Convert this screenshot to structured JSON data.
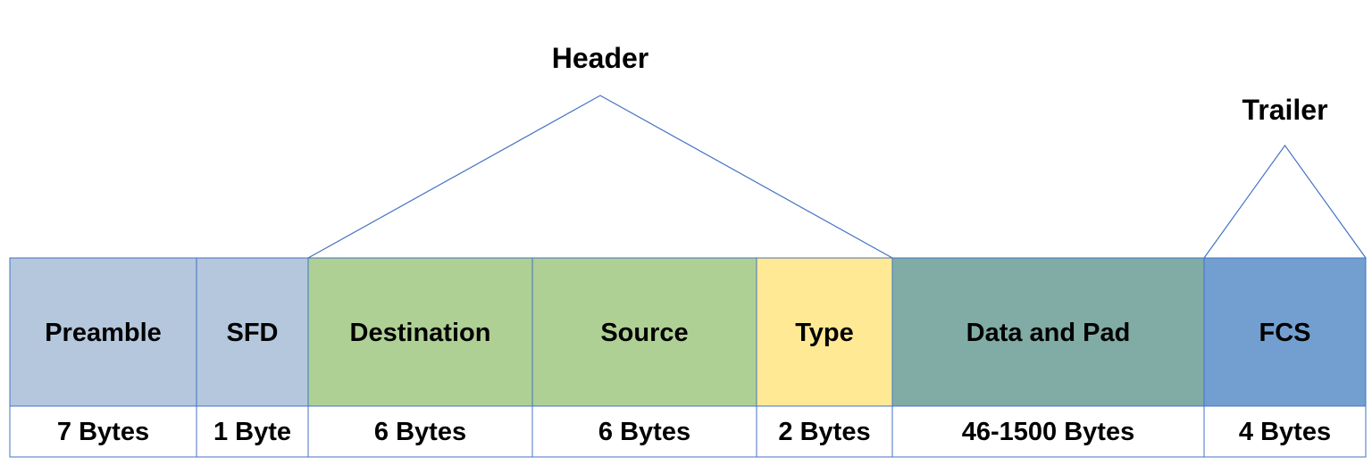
{
  "diagram": {
    "groups": [
      {
        "id": "header",
        "label": "Header",
        "first_field": 2,
        "last_field": 4
      },
      {
        "id": "trailer",
        "label": "Trailer",
        "first_field": 6,
        "last_field": 6
      }
    ],
    "fields": [
      {
        "id": "preamble",
        "label": "Preamble",
        "size": "7 Bytes",
        "color": "#b4c7dd"
      },
      {
        "id": "sfd",
        "label": "SFD",
        "size": "1 Byte",
        "color": "#b4c7dd"
      },
      {
        "id": "destination",
        "label": "Destination",
        "size": "6 Bytes",
        "color": "#afd095"
      },
      {
        "id": "source",
        "label": "Source",
        "size": "6 Bytes",
        "color": "#afd095"
      },
      {
        "id": "type",
        "label": "Type",
        "size": "2 Bytes",
        "color": "#ffe994"
      },
      {
        "id": "data",
        "label": "Data and Pad",
        "size": "46-1500 Bytes",
        "color": "#81aca6"
      },
      {
        "id": "fcs",
        "label": "FCS",
        "size": "4 Bytes",
        "color": "#729fcf"
      }
    ],
    "line_color": "#4472c4"
  }
}
